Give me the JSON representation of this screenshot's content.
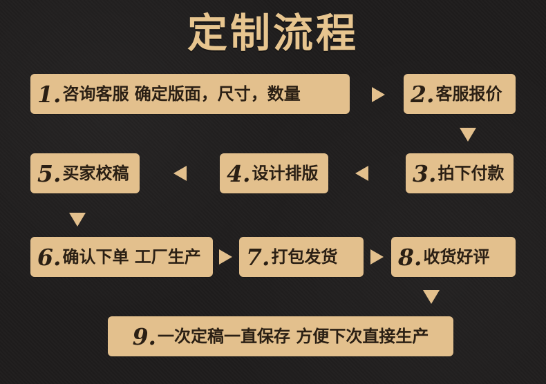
{
  "title": "定制流程",
  "colors": {
    "background": "#1f1d1d",
    "accent": "#e3c08d",
    "title": "#e7c58f",
    "text": "#2a1f14"
  },
  "steps": [
    {
      "num": "1.",
      "label": "咨询客服 确定版面，尺寸，数量"
    },
    {
      "num": "2.",
      "label": "客服报价"
    },
    {
      "num": "3.",
      "label": "拍下付款"
    },
    {
      "num": "4.",
      "label": "设计排版"
    },
    {
      "num": "5.",
      "label": "买家校稿"
    },
    {
      "num": "6.",
      "label": "确认下单 工厂生产"
    },
    {
      "num": "7.",
      "label": "打包发货"
    },
    {
      "num": "8.",
      "label": "收货好评"
    },
    {
      "num": "9.",
      "label": "一次定稿一直保存 方便下次直接生产"
    }
  ],
  "arrows": {
    "icon": "triangle-arrow-icon"
  }
}
